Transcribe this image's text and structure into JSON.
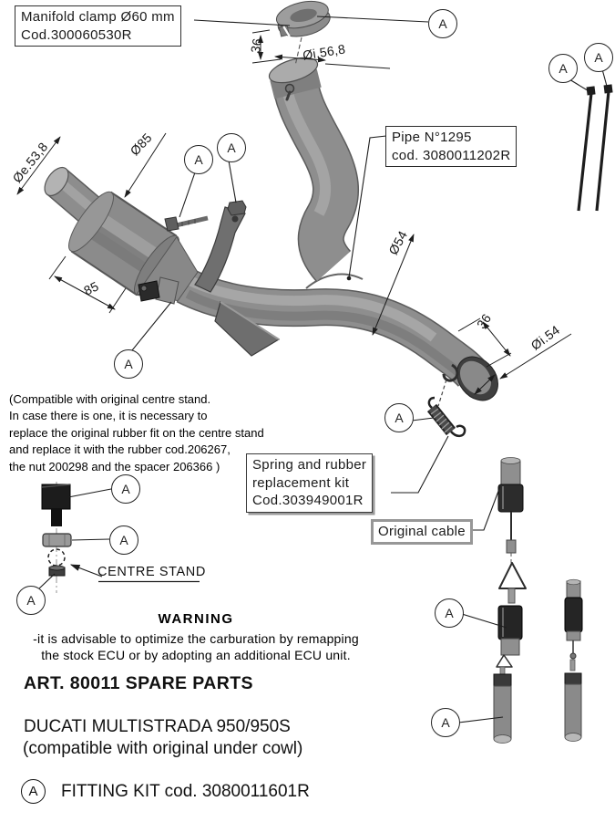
{
  "document": {
    "boxes": {
      "manifold_clamp": {
        "line1": "Manifold clamp Ø60 mm",
        "line2": "Cod.300060530R"
      },
      "pipe": {
        "line1": "Pipe N°1295",
        "line2": "cod. 3080011202R"
      },
      "spring_kit": {
        "line1": "Spring and rubber",
        "line2": "replacement kit",
        "line3": "Cod.303949001R"
      },
      "original_cable": {
        "label": "Original cable"
      }
    },
    "callouts": {
      "marker_letter": "A",
      "centre_stand": "CENTRE STAND"
    },
    "dimensions": {
      "inlet_depth": "36",
      "inlet_inner_dia": "Øi.56,8",
      "muffler_outer_dia": "Øe.53,8",
      "muffler_body_dia": "Ø85",
      "muffler_body_len": "85",
      "pipe_dia": "Ø54",
      "outlet_depth": "36",
      "outlet_inner_dia": "Øi.54"
    },
    "note_lines": [
      "(Compatible with original centre stand.",
      "In case there is one, it is necessary to",
      "replace the original rubber fit on the centre stand",
      "and replace it with the rubber cod.206267,",
      "the nut 200298 and the spacer 206366 )"
    ],
    "warning": {
      "title": "WARNING",
      "line1": "-it is advisable to optimize the carburation by remapping",
      "line2": "the stock ECU or by adopting an additional ECU unit."
    },
    "footer": {
      "art": "ART. 80011 SPARE PARTS",
      "model": "DUCATI MULTISTRADA 950/950S",
      "model_note": "(compatible with original under cowl)",
      "fitting_kit": "FITTING KIT cod. 3080011601R"
    },
    "colors": {
      "pipe_gray": "#8e8e8e",
      "dark_part": "#2a2a2a",
      "line": "#1d1d1d"
    }
  }
}
